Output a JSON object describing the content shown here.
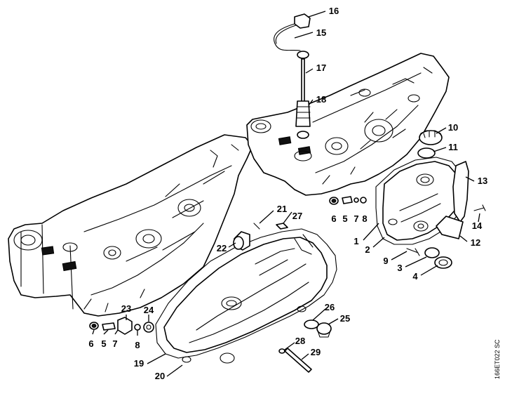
{
  "drawing_code": "166ET022 SC",
  "callouts": [
    {
      "label": "16"
    },
    {
      "label": "15"
    },
    {
      "label": "17"
    },
    {
      "label": "18"
    },
    {
      "label": "10"
    },
    {
      "label": "11"
    },
    {
      "label": "13"
    },
    {
      "label": "14"
    },
    {
      "label": "12"
    },
    {
      "label": "6"
    },
    {
      "label": "5"
    },
    {
      "label": "7"
    },
    {
      "label": "8"
    },
    {
      "label": "1"
    },
    {
      "label": "2"
    },
    {
      "label": "9"
    },
    {
      "label": "3"
    },
    {
      "label": "4"
    },
    {
      "label": "21"
    },
    {
      "label": "27"
    },
    {
      "label": "22"
    },
    {
      "label": "23"
    },
    {
      "label": "24"
    },
    {
      "label": "6"
    },
    {
      "label": "5"
    },
    {
      "label": "7"
    },
    {
      "label": "8"
    },
    {
      "label": "26"
    },
    {
      "label": "25"
    },
    {
      "label": "28"
    },
    {
      "label": "29"
    },
    {
      "label": "19"
    },
    {
      "label": "20"
    }
  ]
}
